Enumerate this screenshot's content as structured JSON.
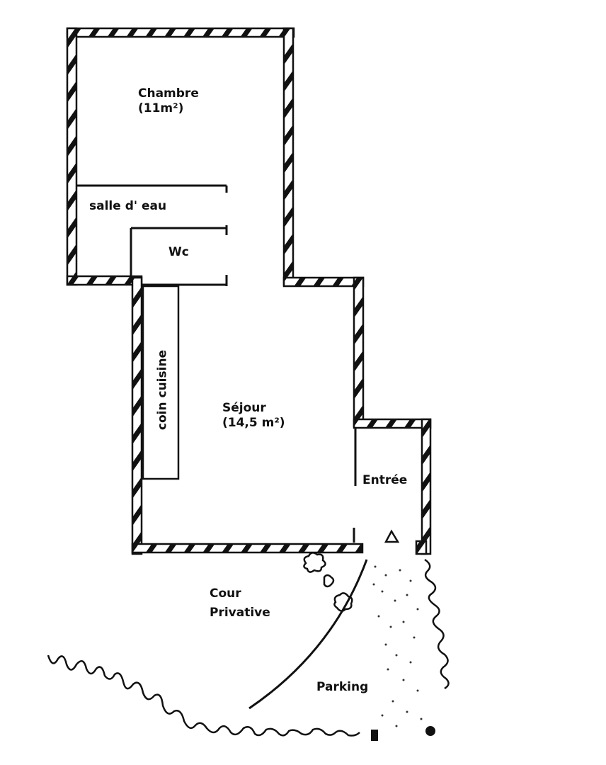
{
  "rooms": {
    "chambre": {
      "name": "Chambre",
      "area": "(11m²)"
    },
    "salle_eau": {
      "name": "salle d' eau"
    },
    "wc": {
      "name": "Wc"
    },
    "cuisine": {
      "name": "coin cuisine"
    },
    "sejour": {
      "name": "Séjour",
      "area": "(14,5 m²)"
    },
    "entree": {
      "name": "Entrée"
    }
  },
  "outside": {
    "cour": {
      "line1": "Cour",
      "line2": "Privative"
    },
    "parking": {
      "name": "Parking"
    }
  }
}
